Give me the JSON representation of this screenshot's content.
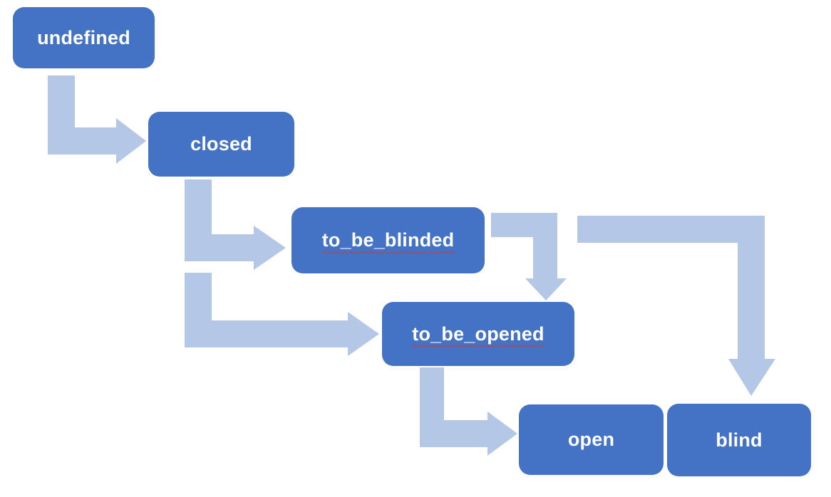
{
  "colors": {
    "node_fill": "#4472C4",
    "arrow_fill": "#B4C7E7",
    "text": "#FFFFFF",
    "squiggle": "#D33A2C",
    "background": "#FFFFFF"
  },
  "diagram": {
    "type": "state-flow-diagram",
    "nodes": [
      {
        "id": "undefined",
        "label": "undefined",
        "misspelled": false
      },
      {
        "id": "closed",
        "label": "closed",
        "misspelled": false
      },
      {
        "id": "to_be_blinded",
        "label": "to_be_blinded",
        "misspelled": true
      },
      {
        "id": "to_be_opened",
        "label": "to_be_opened",
        "misspelled": true
      },
      {
        "id": "open",
        "label": "open",
        "misspelled": false
      },
      {
        "id": "blind",
        "label": "blind",
        "misspelled": false
      }
    ],
    "edges": [
      {
        "from": "undefined",
        "to": "closed",
        "style": "elbow-down-right"
      },
      {
        "from": "closed",
        "to": "to_be_blinded",
        "style": "elbow-down-right"
      },
      {
        "from": "closed",
        "to": "to_be_opened",
        "style": "elbow-down-right"
      },
      {
        "from": "to_be_blinded",
        "to": "to_be_opened",
        "style": "elbow-right-down"
      },
      {
        "from": "to_be_blinded",
        "to": "blind",
        "style": "elbow-right-down"
      },
      {
        "from": "to_be_opened",
        "to": "open",
        "style": "elbow-down-right"
      }
    ]
  }
}
